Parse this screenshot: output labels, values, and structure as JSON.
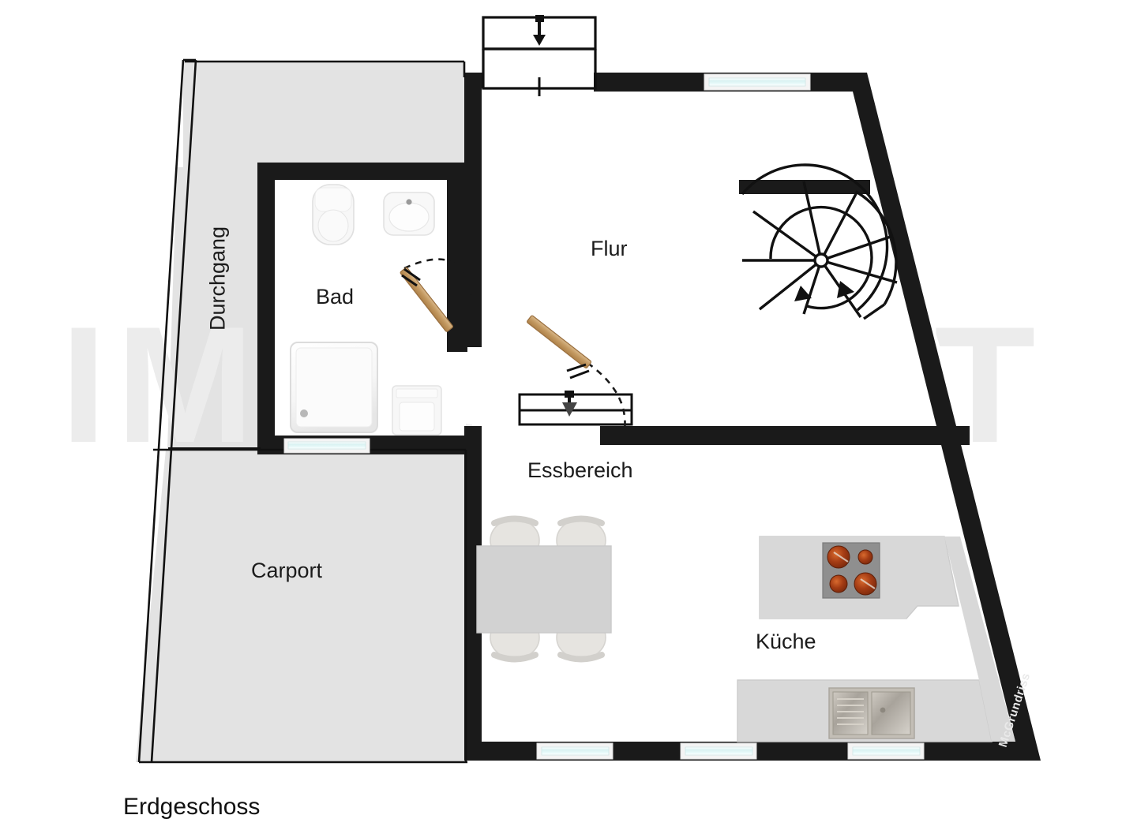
{
  "document": {
    "type": "architectural-floor-plan",
    "floor_name": "Erdgeschoss",
    "watermark_side": "McGrundriss",
    "watermark_center": "IMMOWELT",
    "watermark_registered_mark": "®"
  },
  "colors": {
    "wall": "#1a1a1a",
    "floor_fill": "#ffffff",
    "outdoor_fill": "#e3e3e3",
    "window_glass": "#dff3f3",
    "window_frame": "#f2f2f2",
    "door_leaf": "#c8a06a",
    "furniture_fill": "#d2d2d2",
    "fixture_fill": "#f4f4f4",
    "stove_plate": "#8f8f8f",
    "burner": "#b5441c",
    "sink_metal": "#b9b4ab",
    "label_text": "#1b1b1b",
    "watermark": "#ebebeb"
  },
  "rooms": [
    {
      "id": "durchgang",
      "label": "Durchgang",
      "rotated": true,
      "kind": "outdoor"
    },
    {
      "id": "carport",
      "label": "Carport",
      "rotated": false,
      "kind": "outdoor"
    },
    {
      "id": "bad",
      "label": "Bad",
      "rotated": false,
      "kind": "indoor"
    },
    {
      "id": "flur",
      "label": "Flur",
      "rotated": false,
      "kind": "indoor"
    },
    {
      "id": "essbereich",
      "label": "Essbereich",
      "rotated": false,
      "kind": "indoor"
    },
    {
      "id": "kueche",
      "label": "Küche",
      "rotated": false,
      "kind": "indoor"
    }
  ],
  "fixtures": [
    {
      "id": "toilet",
      "room": "bad",
      "name": "toilet-fixture"
    },
    {
      "id": "washbasin",
      "room": "bad",
      "name": "washbasin-fixture"
    },
    {
      "id": "shower-tray",
      "room": "bad",
      "name": "shower-tray-fixture"
    },
    {
      "id": "washing-machine",
      "room": "bad",
      "name": "washing-machine-fixture"
    },
    {
      "id": "spiral-staircase",
      "room": "flur",
      "name": "spiral-staircase"
    },
    {
      "id": "dining-table",
      "room": "essbereich",
      "name": "dining-table"
    },
    {
      "id": "dining-chairs",
      "room": "essbereich",
      "name": "dining-chairs",
      "count": 4
    },
    {
      "id": "cooktop",
      "room": "kueche",
      "name": "cooktop",
      "burners": 4
    },
    {
      "id": "kitchen-sink",
      "room": "kueche",
      "name": "kitchen-sink",
      "basins": 2
    },
    {
      "id": "kitchen-counter",
      "room": "kueche",
      "name": "kitchen-counter"
    }
  ],
  "openings": {
    "doors": [
      {
        "id": "bad-door",
        "type": "swing-door",
        "room": "bad"
      },
      {
        "id": "essbereich-door",
        "type": "entry-door-with-step",
        "room": "essbereich"
      }
    ],
    "entry_steps": [
      {
        "id": "front-entry-step",
        "type": "step-with-direction-arrow"
      }
    ],
    "windows": [
      {
        "id": "window-north-flur",
        "wall": "north"
      },
      {
        "id": "window-bad-south",
        "wall": "south"
      },
      {
        "id": "window-south-1",
        "wall": "south"
      },
      {
        "id": "window-south-2",
        "wall": "south"
      },
      {
        "id": "window-south-3",
        "wall": "south"
      }
    ]
  }
}
